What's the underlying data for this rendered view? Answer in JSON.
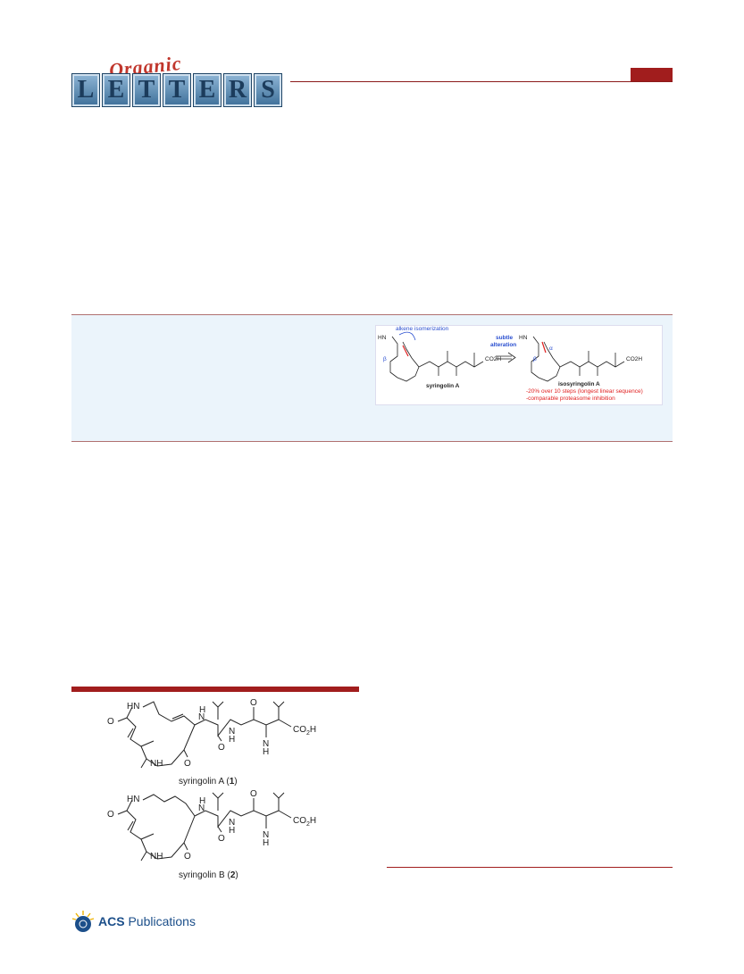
{
  "header": {
    "logo_script": "Organic",
    "logo_letters": [
      "L",
      "E",
      "T",
      "T",
      "E",
      "R",
      "S"
    ]
  },
  "toc": {
    "arrow_label_1": "alkene isomerization",
    "reactant_name": "syringolin A",
    "transform_label_1": "subtle",
    "transform_label_2": "alteration",
    "product_name": "isosyringolin A",
    "note_1": "-20% over 10 steps (longest linear sequence)",
    "note_2": "-comparable proteasome inhibition",
    "greek_alpha": "α",
    "greek_beta": "β",
    "hn": "HN",
    "co2h": "CO2H"
  },
  "figure": {
    "compounds": [
      {
        "name": "syringolin A",
        "number": "1"
      },
      {
        "name": "syringolin B",
        "number": "2"
      }
    ],
    "labels": {
      "hn": "HN",
      "nh": "NH",
      "h": "H",
      "n": "N",
      "o": "O",
      "co2h": "CO",
      "co2h_sub": "2",
      "co2h_h": "H"
    }
  },
  "footer": {
    "brand_bold": "ACS",
    "brand_rest": " Publications"
  },
  "colors": {
    "accent": "#a11d1d",
    "logo_blue": "#3e6f99",
    "acs_blue": "#1c4f8a"
  }
}
